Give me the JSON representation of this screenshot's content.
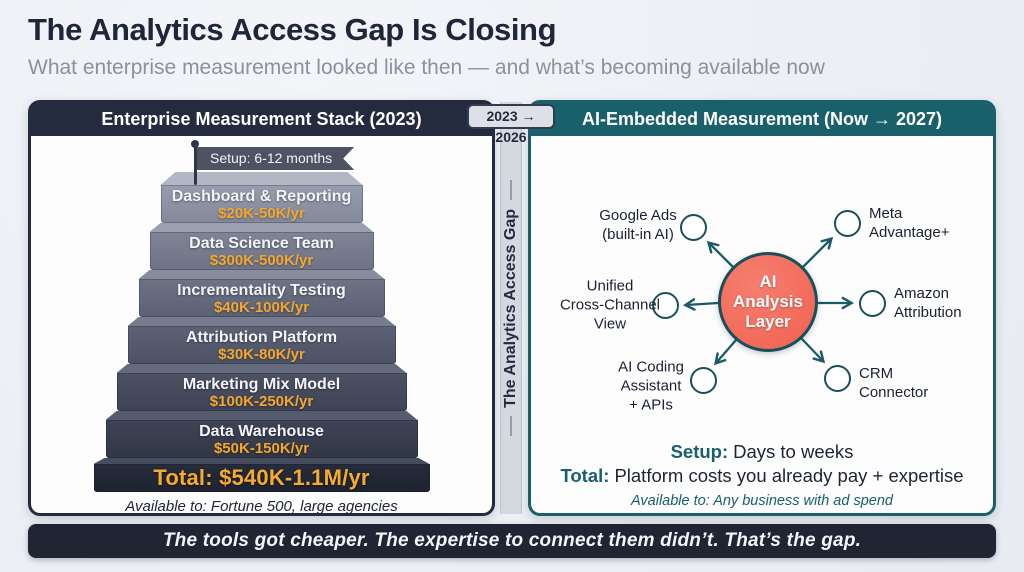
{
  "page": {
    "title": "The Analytics Access Gap Is Closing",
    "subtitle": "What enterprise measurement looked like then — and what’s becoming available now",
    "footer": "The tools got cheaper. The expertise to connect them didn’t. That’s the gap."
  },
  "divider": {
    "badge": "2023 → 2026",
    "vertical_label": "The Analytics Access Gap"
  },
  "left_panel": {
    "header": "Enterprise Measurement Stack (2023)",
    "flag": "Setup: 6-12 months",
    "tiers": [
      {
        "name": "Dashboard & Reporting",
        "cost": "$20K-50K/yr"
      },
      {
        "name": "Data Science Team",
        "cost": "$300K-500K/yr"
      },
      {
        "name": "Incrementality Testing",
        "cost": "$40K-100K/yr"
      },
      {
        "name": "Attribution Platform",
        "cost": "$30K-80K/yr"
      },
      {
        "name": "Marketing Mix Model",
        "cost": "$100K-250K/yr"
      },
      {
        "name": "Data Warehouse",
        "cost": "$50K-150K/yr"
      }
    ],
    "total": "Total: $540K-1.1M/yr",
    "available": "Available to: Fortune 500, large agencies"
  },
  "right_panel": {
    "header": "AI-Embedded Measurement (Now → 2027)",
    "hub_lines": [
      "AI",
      "Analysis",
      "Layer"
    ],
    "nodes": [
      {
        "lines": [
          "Google Ads",
          "(built-in AI)"
        ]
      },
      {
        "lines": [
          "Meta",
          "Advantage+"
        ]
      },
      {
        "lines": [
          "Unified",
          "Cross-Channel",
          "View"
        ]
      },
      {
        "lines": [
          "Amazon",
          "Attribution"
        ]
      },
      {
        "lines": [
          "AI Coding",
          "Assistant",
          "+ APIs"
        ]
      },
      {
        "lines": [
          "CRM",
          "Connector"
        ]
      }
    ],
    "setup_label": "Setup:",
    "setup_value": "Days to weeks",
    "total_label": "Total:",
    "total_value": "Platform costs you already pay + expertise",
    "available": "Available to: Any business with ad spend"
  },
  "colors": {
    "navy": "#252b3e",
    "teal": "#19606b",
    "coral": "#f2695c",
    "amber": "#f3a72e",
    "background": "#edf0f5"
  }
}
